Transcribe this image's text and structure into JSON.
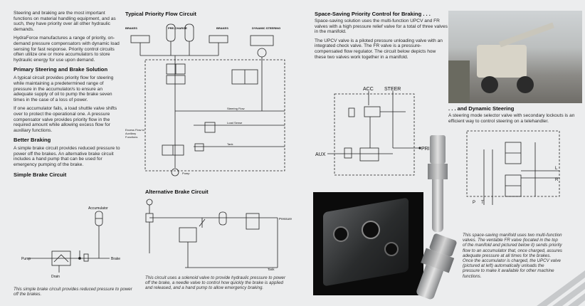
{
  "col1": {
    "intro": "Steering and braking are the most important functions on material handling equipment, and as such, they have priority over all other hydraulic demands.",
    "para2": "HydraForce manufactures a range of priority, on-demand pressure compensators with dynamic load sensing for fast response. Priority control circuits often utilize one or more accumulators to store hydraulic energy for use upon demand.",
    "heading1": "Primary Steering and Brake Solution",
    "para3": "A typical circuit provides priority flow for steering while maintaining a predetermined range of pressure in the accumulator/s to ensure an adequate supply of oil to pump the brake seven times in the case of a loss of power.",
    "para4": "If one accumulator fails, a load shuttle valve shifts over to protect the operational one. A pressure compensator valve provides priority flow in the required amount while allowing excess flow for auxiliary functions.",
    "heading2": "Better Braking",
    "para5": "A simple brake circuit provides reduced pressure to power off the brakes. An alternative brake circuit includes a hand pump that can be used for emergency pumping of the brake.",
    "heading3": "Simple Brake Circuit",
    "caption": "This simple brake circuit provides reduced pressure to power off the brakes."
  },
  "simple_circuit": {
    "accumulator": "Accumulator",
    "pump": "Pump",
    "brake": "Brake",
    "drain": "Drain"
  },
  "priority_circuit": {
    "title": "Typical Priority Flow Circuit",
    "brakes_left": "BRAKES",
    "precharge": "PRE-CHARGE",
    "brakes_right": "BRAKES",
    "dynamic_steering": "DYNAMIC STEERING",
    "steering_flow": "Steering Flow",
    "load_sense": "Load Sense",
    "excess_flow": "Excess Flow to Auxiliary Functions",
    "tank": "Tank",
    "pump": "Pump"
  },
  "alt_brake": {
    "title": "Alternative Brake Circuit",
    "pressure": "Pressure",
    "tank": "Tank",
    "caption": "This circuit uses a solenoid valve to provide hydraulic pressure to power off the brake, a needle valve to control how quickly the brake is applied and released, and a hand pump to allow emergency braking."
  },
  "space_saving": {
    "title": "Space-Saving Priority Control for Braking . . .",
    "para1": "Space-saving solution uses the multi-function UPCV and FR valves with a high pressure relief valve for a total of three valves in the manifold.",
    "para2": "The UPCV valve is a piloted pressure unloading valve with an integrated check valve. The FR valve is a pressure-compensated flow regulator. The circuit below depicts how these two valves work together in a manifold.",
    "acc": "ACC",
    "steer": "STEER",
    "aux": "AUX",
    "primary": "PRIMARY"
  },
  "dynamic_steering": {
    "heading": ". . . and Dynamic Steering",
    "text": "A steering mode selector valve with secondary lockouts is an efficient way to control steering on a telehandler.",
    "port_l": "L",
    "port_r": "R",
    "port_p": "P",
    "port_t": "T"
  },
  "manifold_caption": "This space-saving manifold uses two multi-function valves. The ventable FR valve (located in the top of the manifold and pictured below it) sends priority flow to an accumulator that, once charged, assures adequate pressure at all times for the brakes. Once the accumulator is charged, the UPCV valve (pictured at left) automatically unloads the pressure to make it available for other machine functions."
}
